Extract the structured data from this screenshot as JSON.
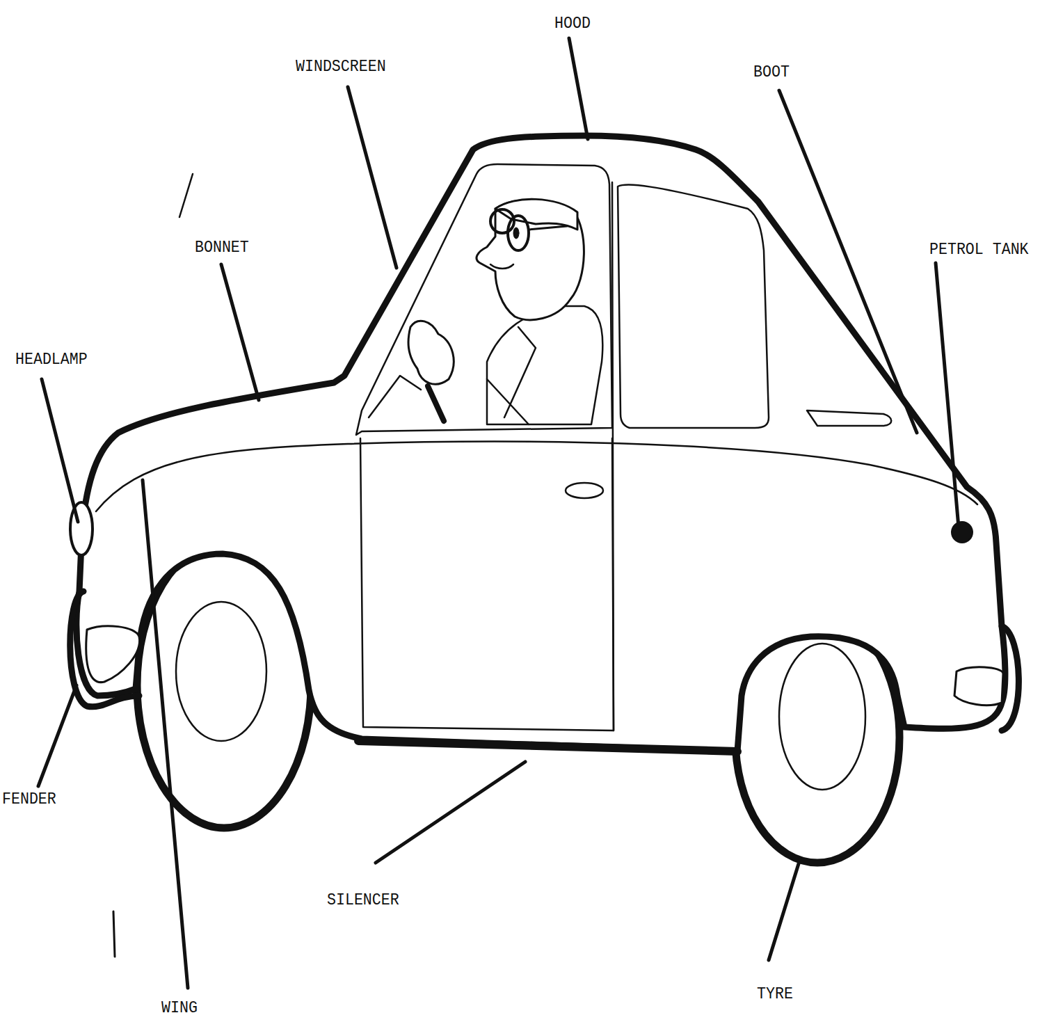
{
  "diagram": {
    "labels": [
      "HOOD",
      "WINDSCREEN",
      "BOOT",
      "PETROL TANK",
      "BONNET",
      "HEADLAMP",
      "FENDER",
      "SILENCER",
      "WING",
      "TYRE"
    ]
  }
}
